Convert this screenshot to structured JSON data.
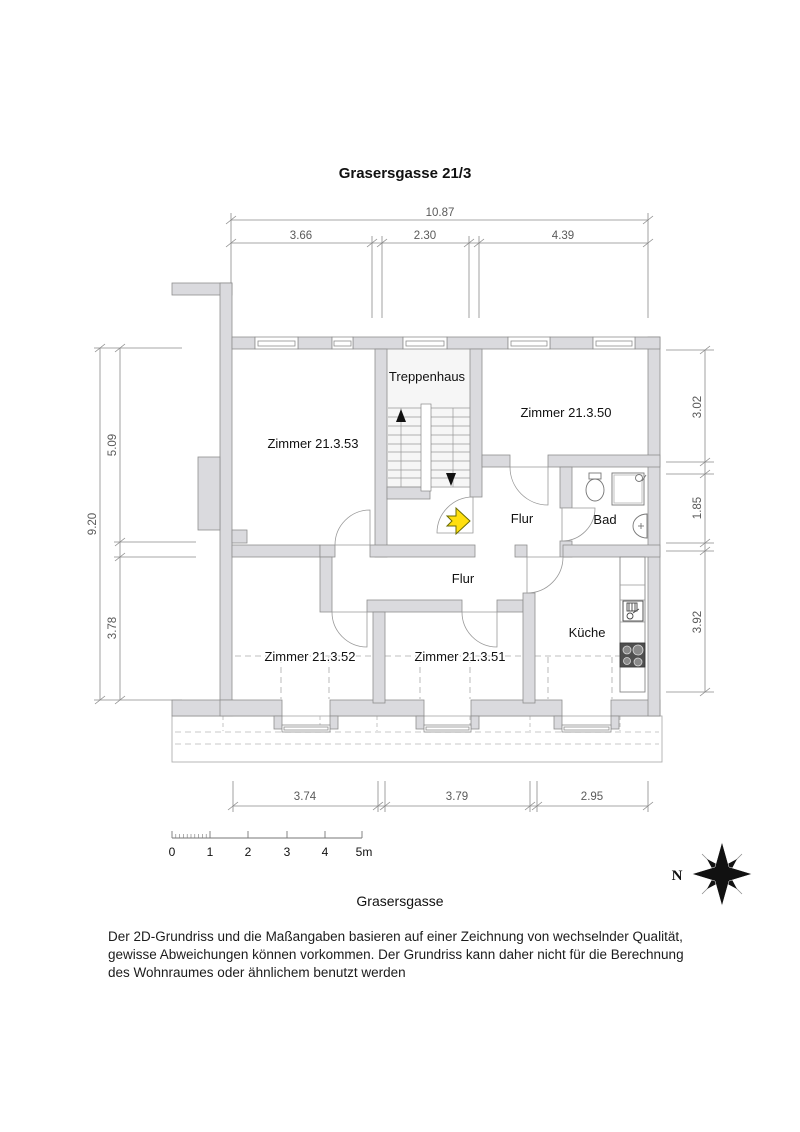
{
  "title": "Grasersgasse 21/3",
  "street": "Grasersgasse",
  "compass_n": "N",
  "scale": {
    "t0": "0",
    "t1": "1",
    "t2": "2",
    "t3": "3",
    "t4": "4",
    "t5": "5m"
  },
  "rooms": {
    "z53": "Zimmer 21.3.53",
    "treppenhaus": "Treppenhaus",
    "z50": "Zimmer 21.3.50",
    "flur_upper": "Flur",
    "bad": "Bad",
    "flur_lower": "Flur",
    "z52": "Zimmer 21.3.52",
    "z51": "Zimmer 21.3.51",
    "kueche": "Küche"
  },
  "dims": {
    "top_total": "10.87",
    "top_1": "3.66",
    "top_2": "2.30",
    "top_3": "4.39",
    "left_total": "9.20",
    "left_1": "5.09",
    "left_2": "3.78",
    "right_1": "3.02",
    "right_2": "1.85",
    "right_3": "3.92",
    "bottom_1": "3.74",
    "bottom_2": "3.79",
    "bottom_3": "2.95"
  },
  "disclaimer": {
    "line1": "Der 2D-Grundriss und die Maßangaben basieren auf einer Zeichnung von wechselnder Qualität,",
    "line2": "gewisse Abweichungen können vorkommen. Der Grundriss kann daher nicht für die Berechnung",
    "line3": "des Wohnraumes oder ähnlichem benutzt werden"
  },
  "colors": {
    "wall_fill": "#dadade",
    "wall_stroke": "#8e8e8e",
    "stair_fill": "#f6f6f6",
    "entry_arrow": "#ffdf0f",
    "dim_text": "#5a5a5a"
  }
}
